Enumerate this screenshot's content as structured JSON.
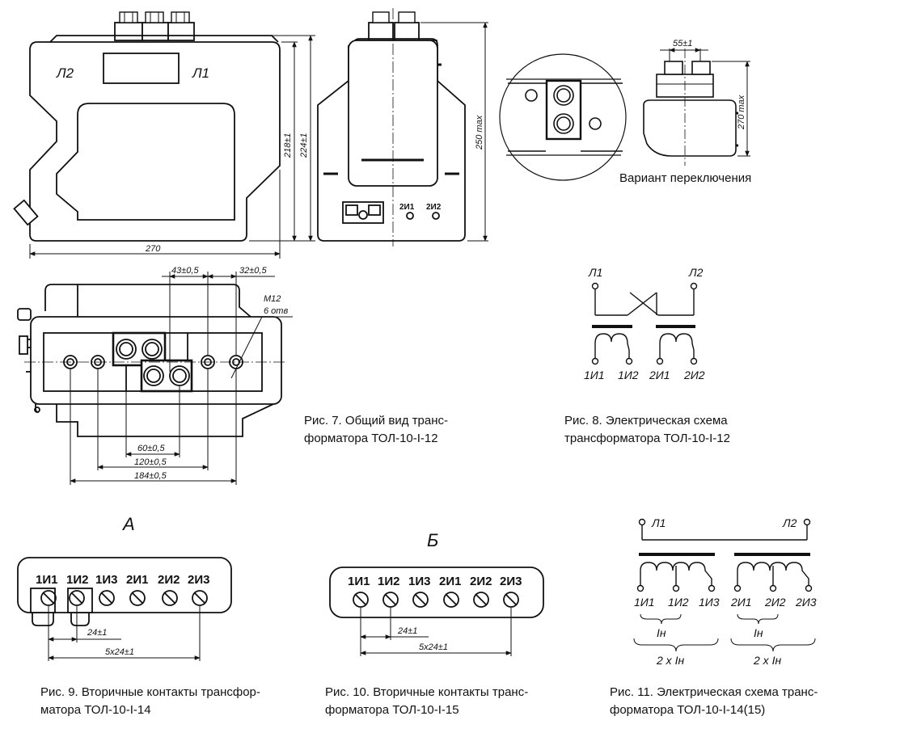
{
  "fig7": {
    "front_marks": [
      "Л2",
      "Л1"
    ],
    "dim_width": "270",
    "dim_h218": "218±1",
    "dim_h224": "224±1",
    "side_dim_250": "250 max",
    "side_terminals": [
      "2И1",
      "2И2"
    ],
    "top_dims": [
      "43±0,5",
      "32±0,5",
      "60±0,5",
      "120±0,5",
      "184±0,5"
    ],
    "bolt_note": [
      "M12",
      "6 отв"
    ],
    "caption": [
      "Рис. 7. Общий вид транс-",
      "форматора ТОЛ-10-I-12"
    ]
  },
  "variant": {
    "dim_55": "55±1",
    "dim_270": "270 max",
    "caption": "Вариант переключения"
  },
  "fig8": {
    "primary": [
      "Л1",
      "Л2"
    ],
    "secondary": [
      "1И1",
      "1И2",
      "2И1",
      "2И2"
    ],
    "caption": [
      "Рис. 8. Электрическая схема",
      "трансформатора ТОЛ-10-I-12"
    ]
  },
  "fig9": {
    "view_letter": "А",
    "terminals": [
      "1И1",
      "1И2",
      "1И3",
      "2И1",
      "2И2",
      "2И3"
    ],
    "dim_pitch": "24±1",
    "dim_total": "5x24±1",
    "caption": [
      "Рис. 9. Вторичные контакты трансфор-",
      "матора ТОЛ-10-I-14"
    ]
  },
  "fig10": {
    "view_letter": "Б",
    "terminals": [
      "1И1",
      "1И2",
      "1И3",
      "2И1",
      "2И2",
      "2И3"
    ],
    "dim_pitch": "24±1",
    "dim_total": "5x24±1",
    "caption": [
      "Рис. 10. Вторичные контакты транс-",
      "форматора ТОЛ-10-I-15"
    ]
  },
  "fig11": {
    "primary": [
      "Л1",
      "Л2"
    ],
    "secondary": [
      "1И1",
      "1И2",
      "1И3",
      "2И1",
      "2И2",
      "2И3"
    ],
    "current_labels": [
      "Iн",
      "Iн"
    ],
    "double_labels": [
      "2 х Iн",
      "2 х Iн"
    ],
    "caption": [
      "Рис. 11. Электрическая схема транс-",
      "форматора ТОЛ-10-I-14(15)"
    ]
  }
}
